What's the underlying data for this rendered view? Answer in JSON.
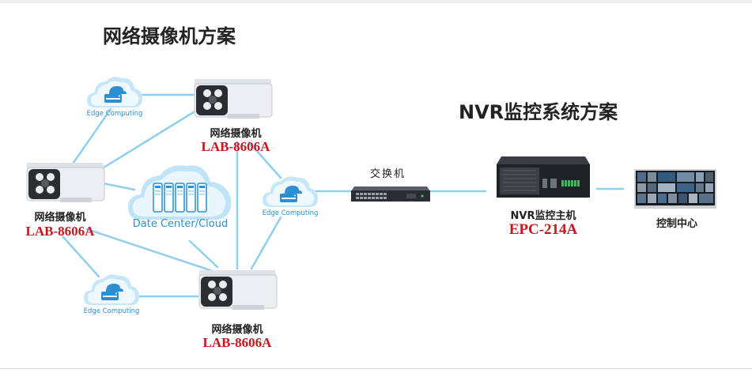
{
  "titles": {
    "ip_camera_solution": "网络摄像机方案",
    "nvr_solution": "NVR监控系统方案"
  },
  "edge_label": "Edge Computing",
  "datacenter_label": "Date Center/Cloud",
  "camera": {
    "name": "网络摄像机",
    "model": "LAB-8606A"
  },
  "switch_label": "交换机",
  "nvr": {
    "name": "NVR监控主机",
    "model": "EPC-214A"
  },
  "control_center_label": "控制中心",
  "colors": {
    "line": "#8fd0ee",
    "cloud": "#3aa3e0",
    "cloud_light": "#bfe4f7",
    "model_red": "#c8161d"
  }
}
